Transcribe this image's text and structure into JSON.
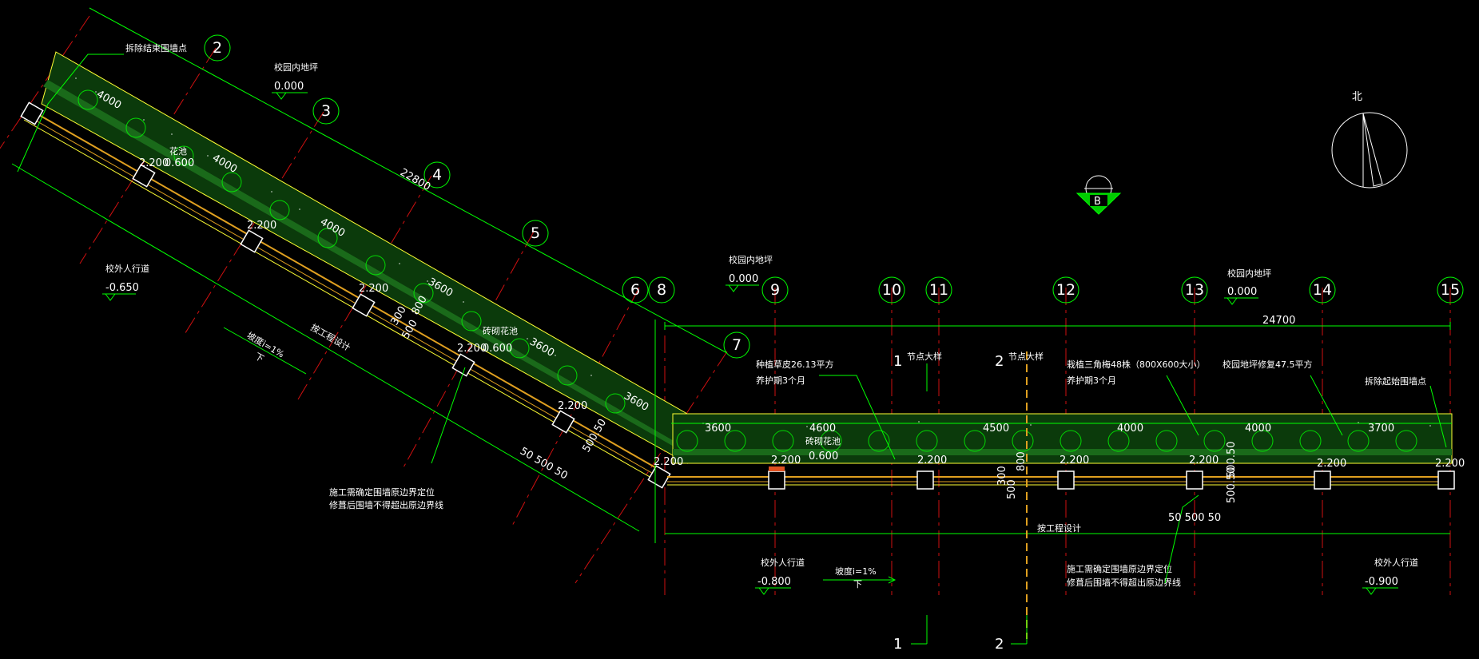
{
  "axes": [
    "2",
    "3",
    "4",
    "5",
    "6",
    "7",
    "8",
    "9",
    "10",
    "11",
    "12",
    "13",
    "14",
    "15"
  ],
  "section_b": "B",
  "north_label": "北",
  "slope_dims": [
    "4000",
    "4000",
    "4000",
    "3600",
    "3600",
    "3600"
  ],
  "slope_total": "22800",
  "main_dims": [
    "3600",
    "4600",
    "4500",
    "4000",
    "4000",
    "3700"
  ],
  "main_total": "24700",
  "levels": {
    "campus_ground": "校园内地坪",
    "outside_walkway": "校外人行道",
    "v0": "0.000",
    "v650": "-0.650",
    "v800": "-0.800",
    "v900": "-0.900",
    "v2200": "2.200",
    "v0600": "0.600"
  },
  "labels": {
    "demolition_end": "拆除结束围墙点",
    "demolition_start": "拆除起始围墙点",
    "flower_bed": "花池",
    "brick_flower_bed": "砖砌花池",
    "by_engineering": "按工程设计",
    "slope_note": "坡度i=1%",
    "down": "下",
    "node_detail": "节点大样",
    "note1_line1": "施工需确定围墙原边界定位",
    "note1_line2": "修葺后围墙不得超出原边界线",
    "turf_line1": "种植草皮26.13平方",
    "turf_line2": "养护期3个月",
    "triangle_plum_line1": "栽植三角梅48株（800X600大小）",
    "triangle_plum_line2": "养护期3个月",
    "ground_repair": "校园地坪修复47.5平方",
    "sec1": "1",
    "sec2": "2",
    "d300": "300",
    "d800": "800",
    "d500": "500",
    "d50": "50",
    "d500_50": "500.50",
    "d50_500_50": "50 500 50"
  }
}
